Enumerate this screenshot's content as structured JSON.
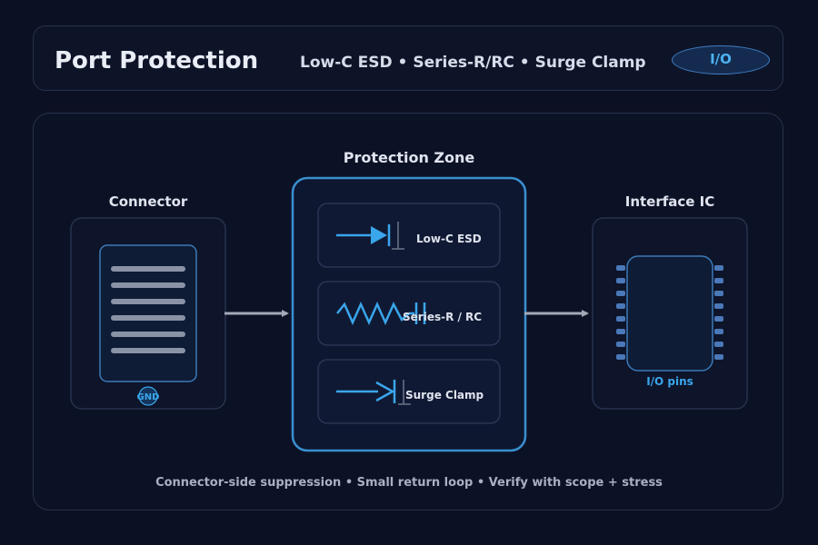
{
  "header": {
    "title": "Port Protection",
    "subtitle": "Low-C ESD • Series-R/RC • Surge Clamp",
    "badge": "I/O"
  },
  "connector": {
    "label": "Connector",
    "ground_label": "GND"
  },
  "protection_zone": {
    "label": "Protection Zone",
    "components": [
      {
        "label": "Low-C ESD",
        "icon": "diode-icon"
      },
      {
        "label": "Series-R / RC",
        "icon": "resistor-capacitor-icon"
      },
      {
        "label": "Surge Clamp",
        "icon": "zener-clamp-icon"
      }
    ]
  },
  "interface_ic": {
    "label": "Interface IC",
    "pins_label": "I/O pins"
  },
  "footer": "Connector-side suppression • Small return loop • Verify with scope + stress",
  "colors": {
    "background": "#0b1022",
    "panel_border": "#27324d",
    "accent_blue": "#3aa6ec",
    "pin_blue": "#4a78b8",
    "arrow_gray": "#a3a9b6"
  }
}
